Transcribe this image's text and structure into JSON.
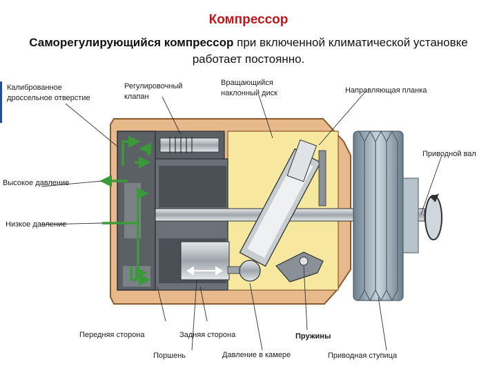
{
  "title": "Компрессор",
  "subtitle": {
    "bold": "Саморегулирующийся компрессор",
    "rest": " при включенной климатической установке работает постоянно."
  },
  "labels": {
    "calibrated_orifice_1": "Калиброванное",
    "calibrated_orifice_2": "дроссельное отверстие",
    "control_valve_1": "Регулировочный",
    "control_valve_2": "клапан",
    "swash_plate_1": "Вращающийся",
    "swash_plate_2": "наклонный диск",
    "guide_bar": "Направляющая планка",
    "drive_shaft": "Приводной вал",
    "high_pressure": "Высокое давление",
    "low_pressure": "Низкое давление",
    "front_side": "Передняя сторона",
    "rear_side": "Задняя сторона",
    "springs": "Пружины",
    "piston": "Поршень",
    "chamber_pressure": "Давление в камере",
    "drive_hub": "Приводная ступица"
  },
  "colors": {
    "title": "#c0151a",
    "housing": "#e8b98a",
    "chamber": "#f7e8a0",
    "metal_dark": "#555a5e",
    "flow_arrow": "#3a9a3a",
    "pulley": "#9fb0bc"
  },
  "icons": {
    "rotation": "rotation-arrow-icon",
    "flow": "flow-arrow-icon"
  }
}
